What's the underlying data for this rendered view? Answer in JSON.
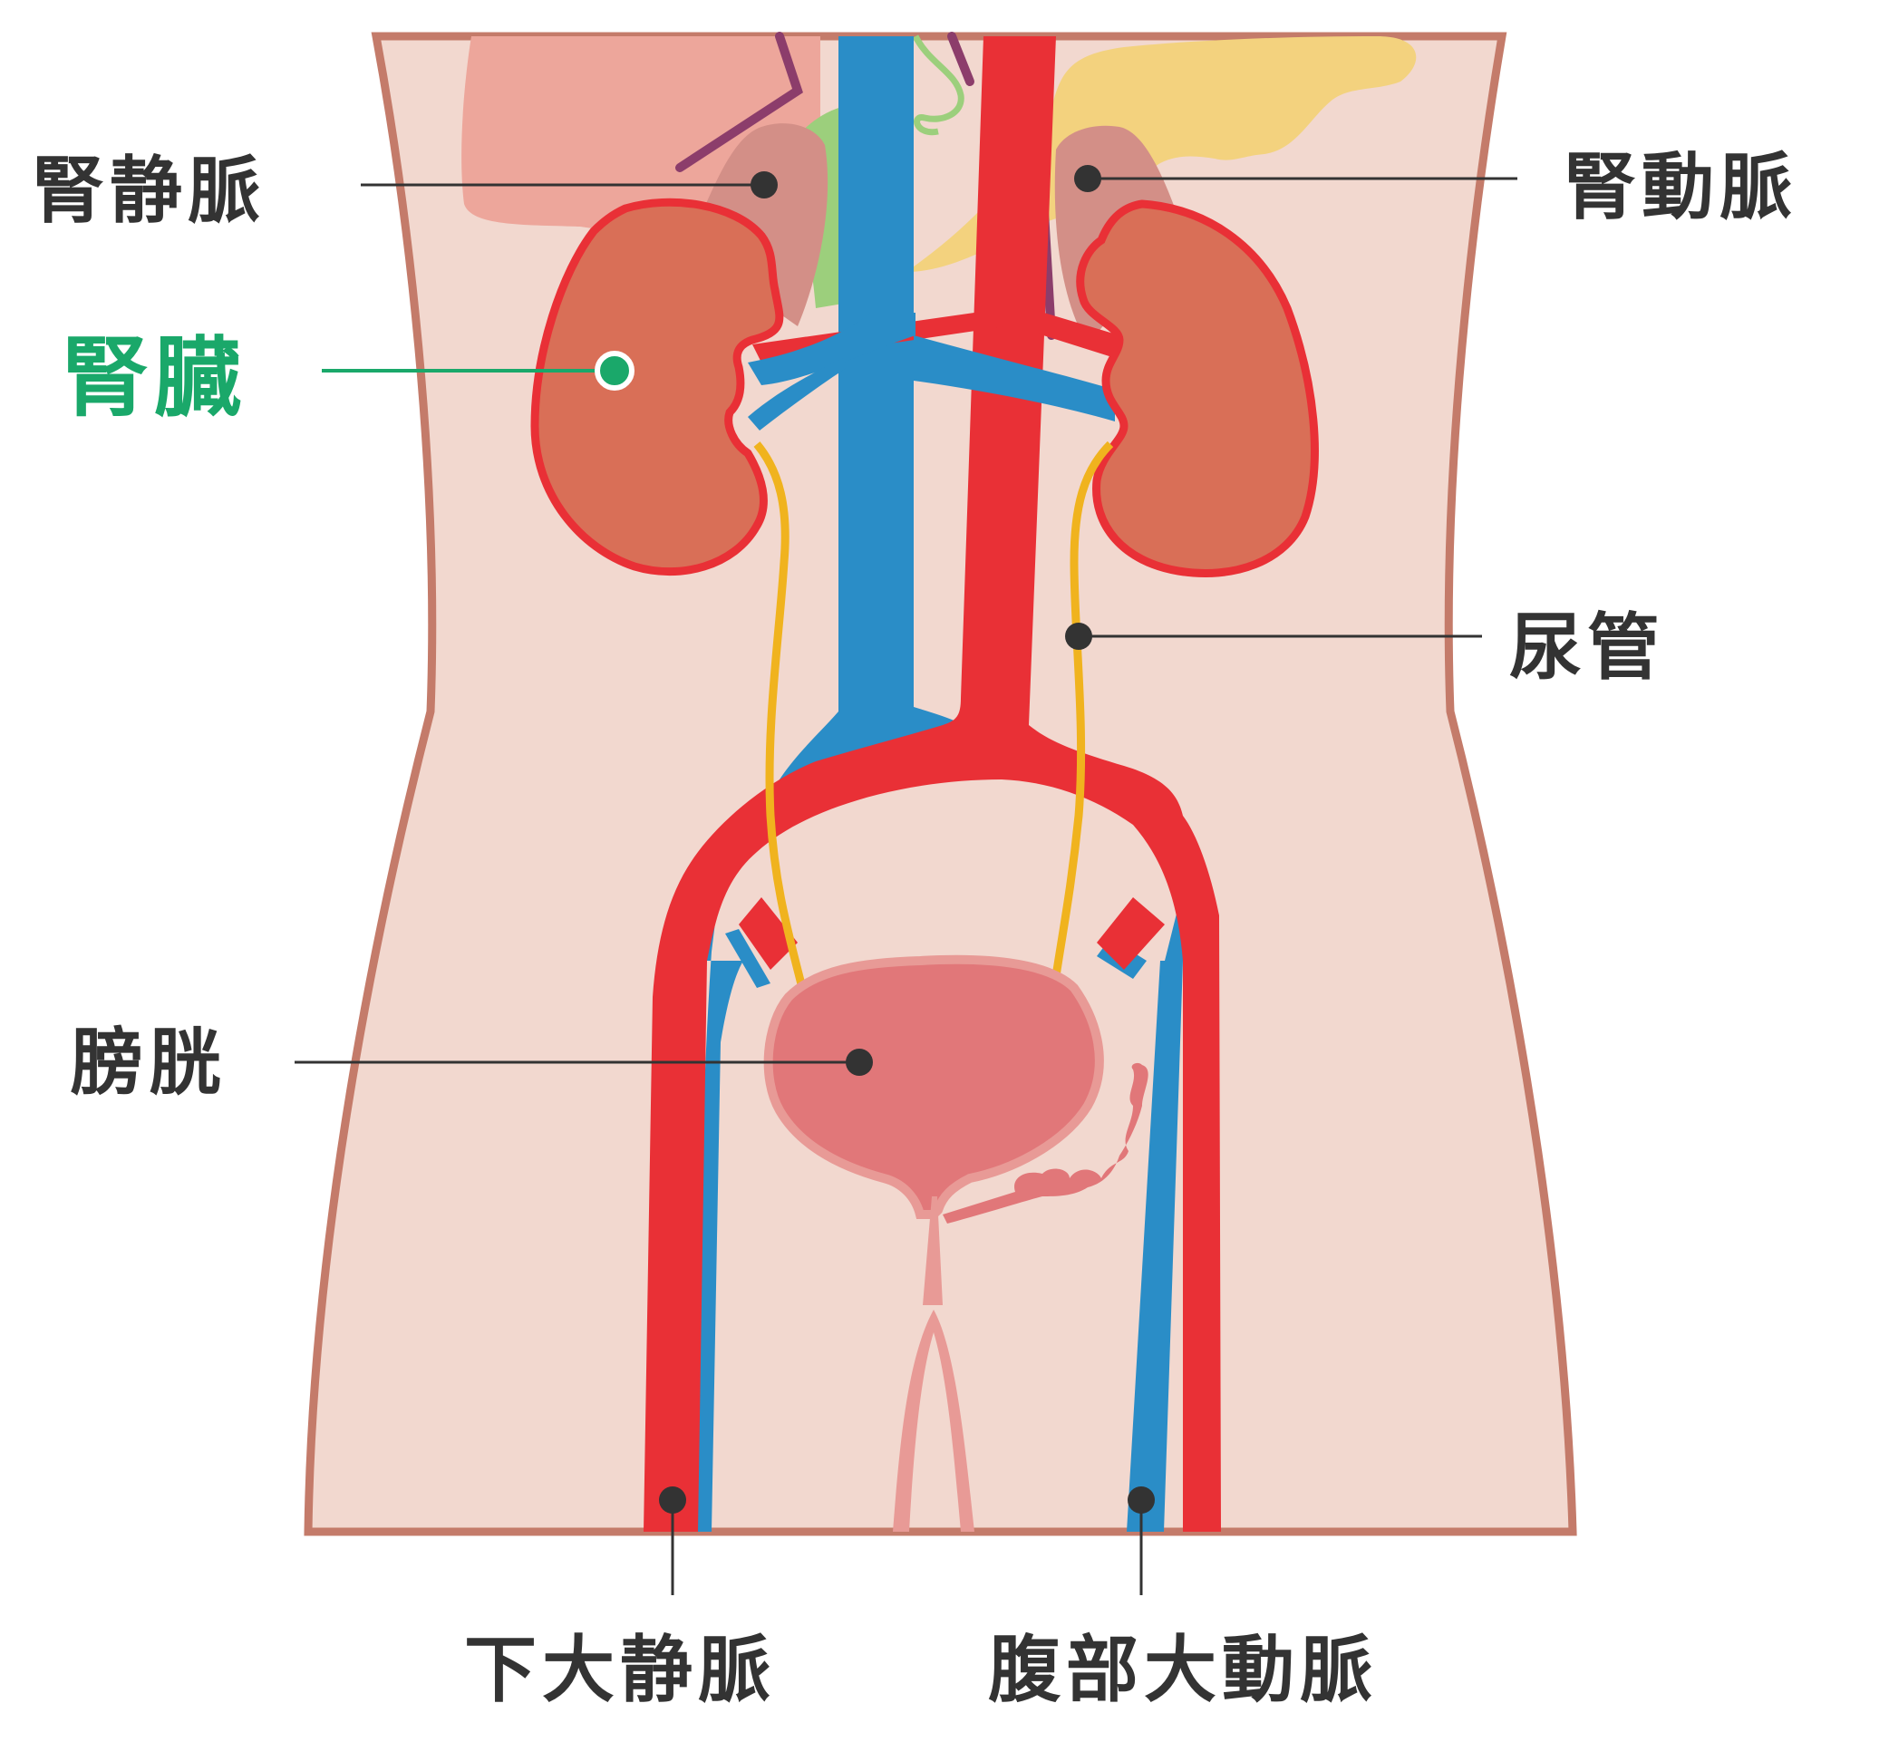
{
  "colors": {
    "skin": "#f2d8cf",
    "skin_outline": "#c47b6a",
    "artery": "#e93036",
    "vein": "#2a8dc7",
    "kidney": "#d96f57",
    "kidney_outline": "#e93036",
    "adrenal": "#d38f87",
    "ureter": "#f0b31e",
    "bladder": "#e17779",
    "bladder_rim": "#e89a96",
    "liver": "#eda69b",
    "pancreas": "#f3d27e",
    "gallbladder": "#9ccf7c",
    "dark_vessel": "#8c3d6b",
    "leader_dark": "#333333",
    "leader_green": "#1aa86a"
  },
  "labels": {
    "renal_vein": "腎静脈",
    "renal_artery": "腎動脈",
    "kidney": "腎臓",
    "ureter": "尿管",
    "bladder": "膀胱",
    "inferior_vena_cava": "下大静脈",
    "abdominal_aorta": "腹部大動脈"
  }
}
